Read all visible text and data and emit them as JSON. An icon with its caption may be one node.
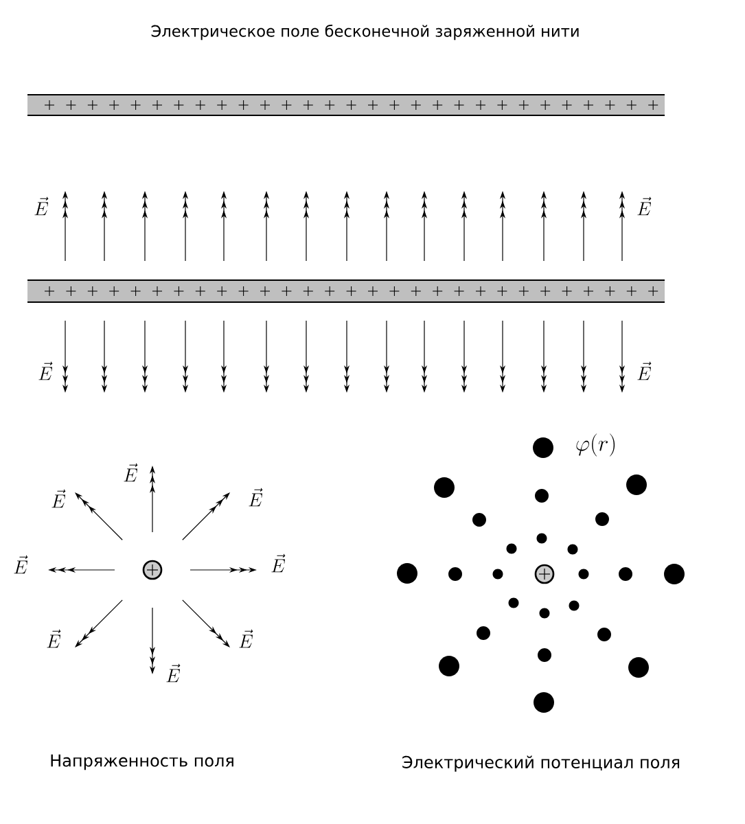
{
  "diagram": {
    "title": "Электрическое поле бесконечной заряженной нити",
    "labels": [
      "\\vec{E}",
      "\\vec{E}",
      "\\vec{E}",
      "\\vec{E}",
      "\\varphi(r)",
      "\\vec{E}",
      "\\vec{E}",
      "\\vec{E}",
      "\\vec{E}",
      "\\vec{E}",
      "\\vec{E}",
      "\\vec{E}",
      "\\vec{E}",
      "Напряженность поля",
      "Электрический потенциал поля"
    ]
  }
}
